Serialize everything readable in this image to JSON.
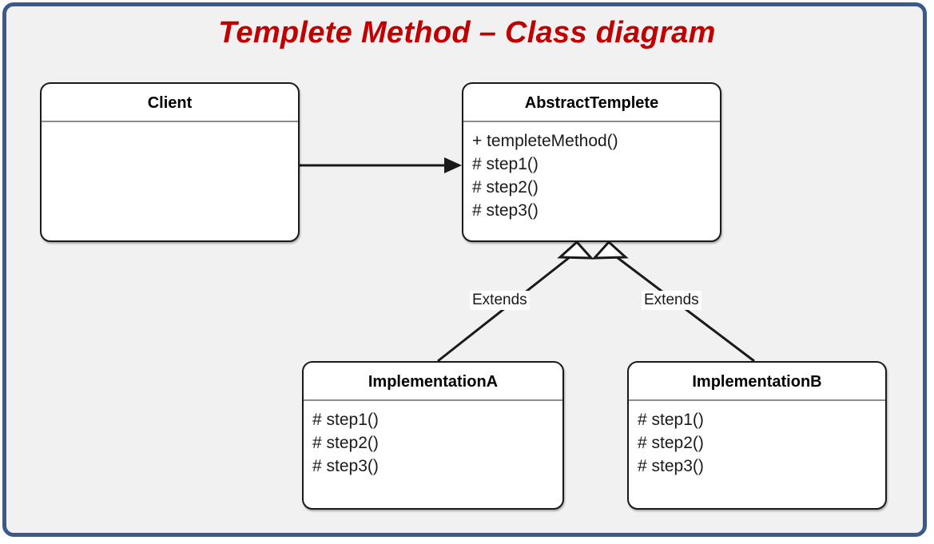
{
  "page": {
    "title": "Templete Method – Class diagram",
    "frame_border_color": "#3b5a8c",
    "background_color": "#f1f1f1",
    "title_color": "#c00000"
  },
  "diagram": {
    "type": "uml-class-diagram",
    "classes": [
      {
        "id": "client",
        "name": "Client",
        "members": []
      },
      {
        "id": "abstract-templete",
        "name": "AbstractTemplete",
        "members": [
          "+ templeteMethod()",
          "# step1()",
          "# step2()",
          "# step3()"
        ]
      },
      {
        "id": "implementation-a",
        "name": "ImplementationA",
        "members": [
          "# step1()",
          "# step2()",
          "# step3()"
        ]
      },
      {
        "id": "implementation-b",
        "name": "ImplementationB",
        "members": [
          "# step1()",
          "# step2()",
          "# step3()"
        ]
      }
    ],
    "relations": [
      {
        "id": "client-uses-abstract",
        "from": "client",
        "to": "abstract-templete",
        "kind": "association",
        "arrow": "solid-filled",
        "label": ""
      },
      {
        "id": "impl-a-extends",
        "from": "implementation-a",
        "to": "abstract-templete",
        "kind": "generalization",
        "arrow": "hollow-triangle",
        "label": "Extends"
      },
      {
        "id": "impl-b-extends",
        "from": "implementation-b",
        "to": "abstract-templete",
        "kind": "generalization",
        "arrow": "hollow-triangle",
        "label": "Extends"
      }
    ]
  }
}
